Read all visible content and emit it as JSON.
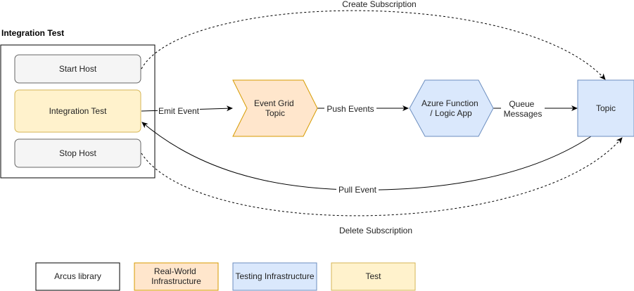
{
  "group": {
    "title": "Integration Test"
  },
  "nodes": {
    "start_host": "Start Host",
    "integration_test": "Integration Test",
    "stop_host": "Stop Host",
    "event_grid": [
      "Event Grid",
      "Topic"
    ],
    "azure_function": [
      "Azure Function",
      "/ Logic App"
    ],
    "topic": "Topic"
  },
  "edges": {
    "create_subscription": "Create Subscription",
    "emit_event": "Emit Event",
    "push_events": "Push Events",
    "queue_messages": [
      "Queue",
      "Messages"
    ],
    "pull_event": "Pull Event",
    "delete_subscription": "Delete Subscription"
  },
  "legend": {
    "arcus": "Arcus library",
    "real_world": [
      "Real-World",
      "Infrastructure"
    ],
    "testing": "Testing Infrastructure",
    "test": "Test"
  },
  "colors": {
    "grey_fill": "#f5f5f5",
    "grey_stroke": "#666666",
    "yellow_fill": "#fff2cc",
    "yellow_stroke": "#d6b656",
    "orange_fill": "#ffe6cc",
    "orange_stroke": "#d79b00",
    "blue_fill": "#dae8fc",
    "blue_stroke": "#6c8ebf"
  }
}
